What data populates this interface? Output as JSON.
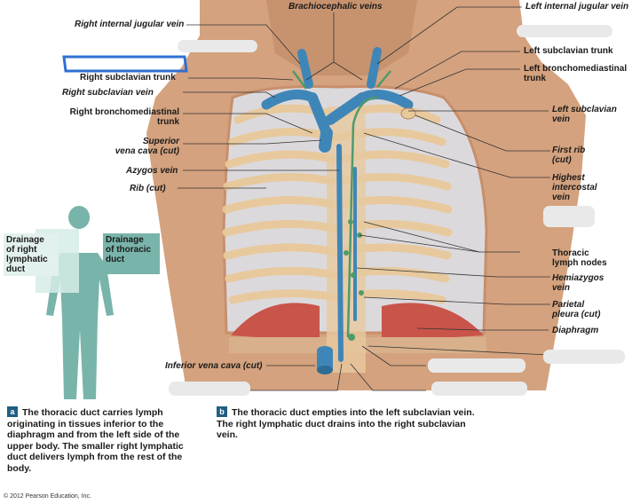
{
  "labels": {
    "right_internal_jugular": "Right internal jugular vein",
    "brachiocephalic": "Brachiocephalic veins",
    "left_internal_jugular": "Left internal jugular vein",
    "right_subclavian_trunk": "Right subclavian trunk",
    "left_subclavian_trunk": "Left subclavian trunk",
    "left_bronch_line1": "Left bronchomediastinal",
    "left_bronch_line2": "trunk",
    "right_subclavian_vein": "Right subclavian vein",
    "right_bronch_line1": "Right bronchomediastinal",
    "right_bronch_line2": "trunk",
    "left_subclavian_vein_line1": "Left subclavian",
    "left_subclavian_vein_line2": "vein",
    "svc_line1": "Superior",
    "svc_line2": "vena cava (cut)",
    "first_rib_line1": "First rib",
    "first_rib_line2": "(cut)",
    "azygos": "Azygos vein",
    "highest_line1": "Highest",
    "highest_line2": "intercostal",
    "highest_line3": "vein",
    "rib_cut": "Rib (cut)",
    "thoracic_ln_line1": "Thoracic",
    "thoracic_ln_line2": "lymph nodes",
    "hemiazygos_line1": "Hemiazygos",
    "hemiazygos_line2": "vein",
    "parietal_line1": "Parietal",
    "parietal_line2": "pleura (cut)",
    "diaphragm": "Diaphragm",
    "ivc": "Inferior vena cava (cut)"
  },
  "drainage": {
    "right_line1": "Drainage",
    "right_line2": "of right",
    "right_line3": "lymphatic",
    "right_line4": "duct",
    "thoracic_line1": "Drainage",
    "thoracic_line2": "of thoracic",
    "thoracic_line3": "duct"
  },
  "captions": {
    "a_badge": "a",
    "a_text": "The thoracic duct carries lymph originating in tissues inferior to the diaphragm and from the left side of the upper body. The smaller right lymphatic duct delivers lymph from the rest of the body.",
    "b_badge": "b",
    "b_text": "The thoracic duct empties into the left subclavian vein. The right lymphatic duct drains into the right subclavian vein."
  },
  "copyright": "© 2012 Pearson Education, Inc.",
  "colors": {
    "skin": "#d4a27e",
    "skin_dark": "#b9835d",
    "vein": "#3f86b8",
    "lymph": "#4f9a6a",
    "rib": "#e8c99a",
    "pleura": "#dcd9dc",
    "diaphragm": "#c9544a",
    "figure": "#79b4aa",
    "figure_light": "#d6ece7",
    "highlight_blue": "#2f6fd1"
  }
}
